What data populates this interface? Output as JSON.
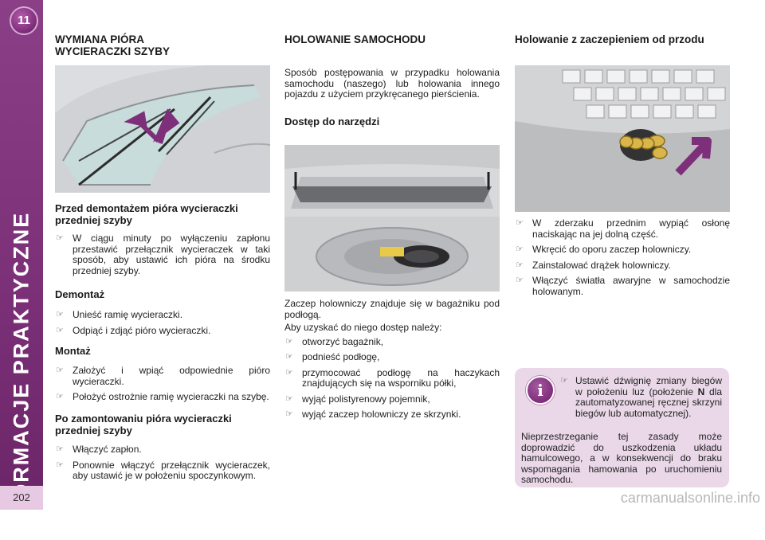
{
  "sidebar": {
    "chapter_number": "11",
    "title": "INFORMACJE PRAKTYCZNE",
    "page_number": "202"
  },
  "col1": {
    "heading": "WYMIANA PIÓRA WYCIERACZKI SZYBY",
    "before_removal": {
      "title": "Przed demontażem pióra wycieraczki przedniej szyby",
      "items": [
        "W ciągu minuty po wyłączeniu zapłonu przestawić przełącznik wycieraczek w taki sposób, aby ustawić ich pióra na środku przedniej szyby."
      ]
    },
    "removal": {
      "title": "Demontaż",
      "items": [
        "Unieść ramię wycieraczki.",
        "Odpiąć i zdjąć pióro wycieraczki."
      ]
    },
    "fitting": {
      "title": "Montaż",
      "items": [
        "Założyć i wpiąć odpowiednie pióro wycieraczki.",
        "Położyć ostrożnie ramię wycieraczki na szybę."
      ]
    },
    "after_fitting": {
      "title": "Po zamontowaniu pióra wycieraczki przedniej szyby",
      "items": [
        "Włączyć zapłon.",
        "Ponownie włączyć przełącznik wycieraczek, aby ustawić je w położeniu spoczynkowym."
      ]
    }
  },
  "col2": {
    "heading": "HOLOWANIE SAMOCHODU",
    "intro": "Sposób postępowania w przypadku holowania samochodu (naszego) lub holowania innego pojazdu z użyciem przykręcanego pierścienia.",
    "tools": {
      "title": "Dostęp do narzędzi",
      "text1": "Zaczep holowniczy znajduje się w bagażniku pod podłogą.",
      "text2": "Aby uzyskać do niego dostęp należy:",
      "items": [
        "otworzyć bagażnik,",
        "podnieść podłogę,",
        "przymocować podłogę na haczykach znajdujących się na wsporniku półki,",
        "wyjąć polistyrenowy pojemnik,",
        "wyjąć zaczep holowniczy ze skrzynki."
      ]
    }
  },
  "col3": {
    "heading": "Holowanie z zaczepieniem od przodu",
    "items": [
      "W zderzaku przednim wypiąć osłonę naciskając na jej dolną część.",
      "Wkręcić do oporu zaczep holowniczy.",
      "Zainstalować drążek holowniczy.",
      "Włączyć światła awaryjne w samochodzie holowanym."
    ],
    "info": {
      "icon": "i",
      "bullet_before": "Ustawić dźwignię zmiany biegów w położeniu luz (położenie ",
      "bullet_bold": "N",
      "bullet_after": " dla zautomatyzowanej ręcznej skrzyni biegów lub automatycznej).",
      "note": "Nieprzestrzeganie tej zasady może doprowadzić do uszkodzenia układu hamulcowego, a w konsekwencji do braku wspomagania hamowania po uruchomieniu samochodu."
    }
  },
  "watermark": "carmanualsonline.info",
  "colors": {
    "sidebar": "#7a2f76",
    "accent_arrow": "#7d2f7a",
    "info_box": "#ead8e8"
  }
}
